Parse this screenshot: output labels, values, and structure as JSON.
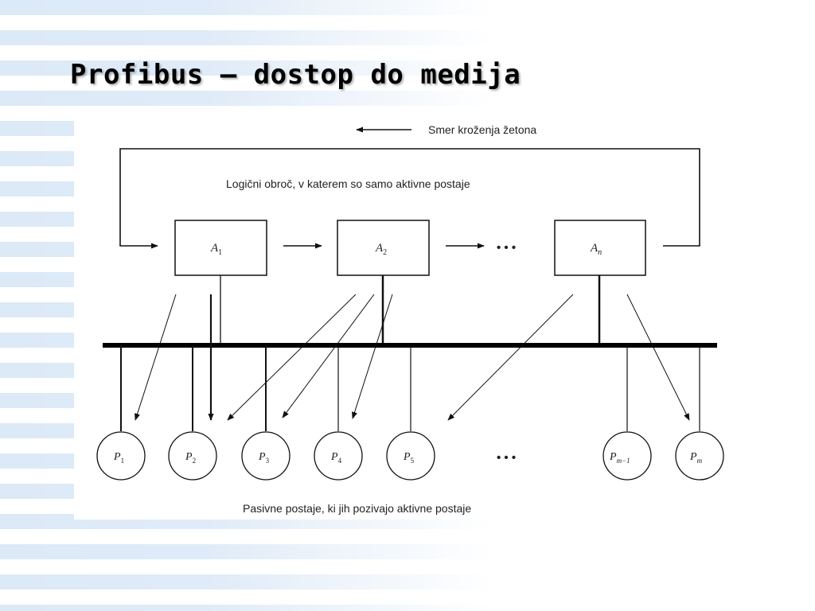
{
  "slide": {
    "title": "Profibus – dostop do medija"
  },
  "diagram": {
    "direction_label": "Smer kroženja žetona",
    "ring_label": "Logični obroč, v katerem so samo aktivne postaje",
    "active_stations": [
      {
        "name": "A",
        "sub": "1"
      },
      {
        "name": "A",
        "sub": "2"
      },
      {
        "name": "A",
        "sub": "n"
      }
    ],
    "active_ellipsis": "• • •",
    "passive_stations": [
      {
        "name": "P",
        "sub": "1"
      },
      {
        "name": "P",
        "sub": "2"
      },
      {
        "name": "P",
        "sub": "3"
      },
      {
        "name": "P",
        "sub": "4"
      },
      {
        "name": "P",
        "sub": "5"
      },
      {
        "name": "P",
        "sub": "m−1"
      },
      {
        "name": "P",
        "sub": "m"
      }
    ],
    "passive_ellipsis": "• • •",
    "passive_label": "Pasivne postaje, ki jih pozivajo aktivne postaje"
  }
}
